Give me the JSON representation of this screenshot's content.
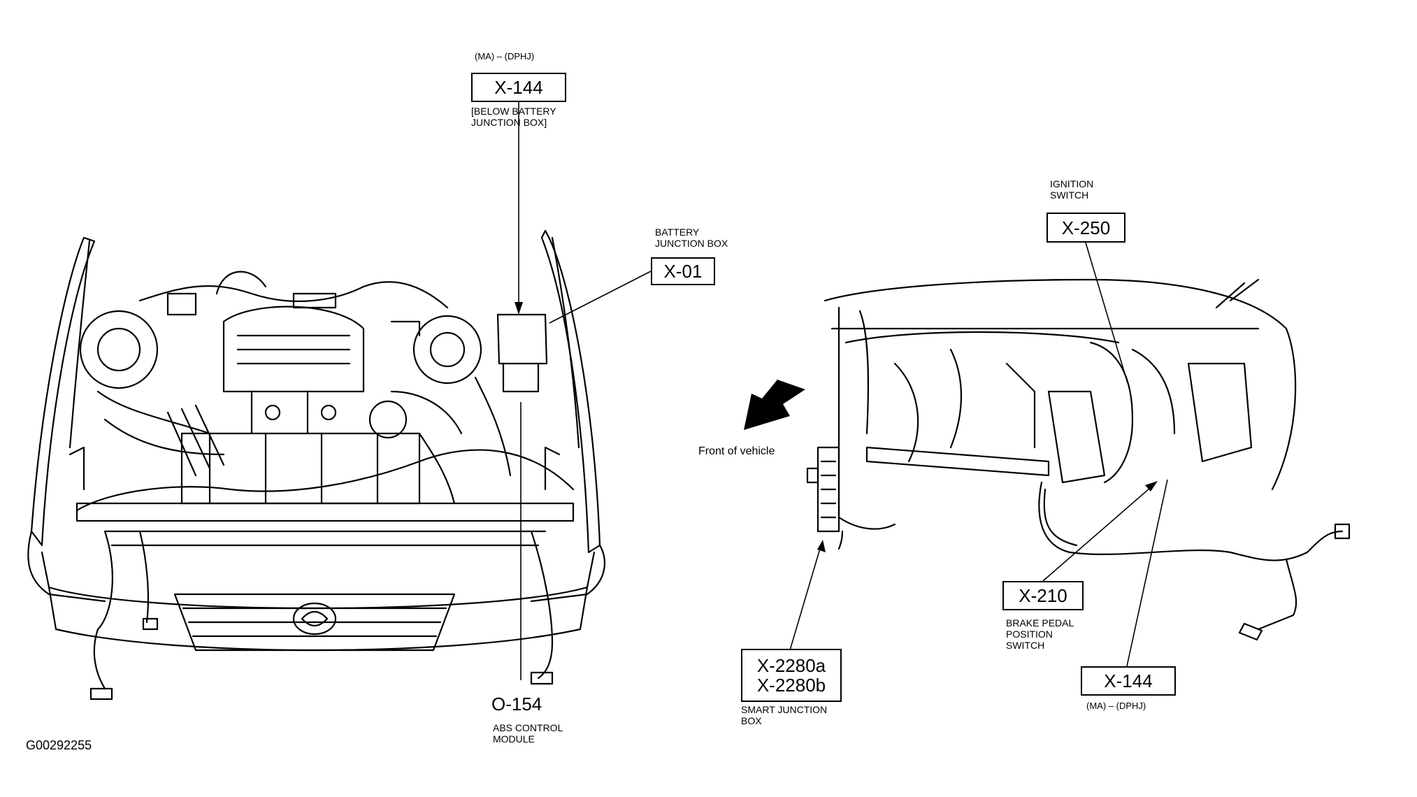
{
  "figure_id": "G00292255",
  "direction_label": "Front of vehicle",
  "callouts": [
    {
      "id": "X-144",
      "lines": [
        "X-144"
      ],
      "top_note": "(MA) – (DPHJ)",
      "description": "[BELOW BATTERY\nJUNCTION BOX]"
    },
    {
      "id": "X-01",
      "lines": [
        "X-01"
      ],
      "description": "BATTERY\nJUNCTION BOX"
    },
    {
      "id": "O-154",
      "lines": [
        "O-154"
      ],
      "description": "ABS CONTROL\nMODULE"
    },
    {
      "id": "X-250",
      "lines": [
        "X-250"
      ],
      "description": "IGNITION\nSWITCH"
    },
    {
      "id": "X-2280",
      "lines": [
        "X-2280a",
        "X-2280b"
      ],
      "description": "SMART JUNCTION\nBOX"
    },
    {
      "id": "X-210",
      "lines": [
        "X-210"
      ],
      "description": "BRAKE PEDAL\nPOSITION\nSWITCH"
    },
    {
      "id": "X-144-lower",
      "lines": [
        "X-144"
      ],
      "bottom_note": "(MA) – (DPHJ)"
    }
  ]
}
